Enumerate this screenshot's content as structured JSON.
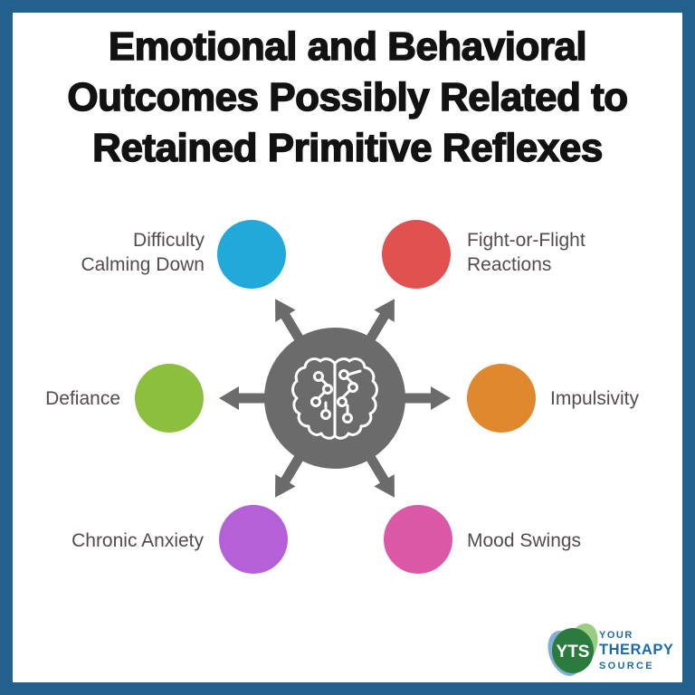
{
  "page": {
    "background": "#ffffff",
    "border_color": "#23618e"
  },
  "title": {
    "lines": [
      "Emotional and Behavioral",
      "Outcomes Possibly Related to",
      "Retained Primitive Reflexes"
    ],
    "color": "#121212"
  },
  "diagram": {
    "center_icon": "brain-circuit-icon",
    "center_color": "#6b6b6b",
    "label_color": "#554a4e",
    "nodes": [
      {
        "label": "Difficulty\nCalming Down",
        "color": "#21a9da",
        "position": "top-left"
      },
      {
        "label": "Fight-or-Flight\nReactions",
        "color": "#e05150",
        "position": "top-right"
      },
      {
        "label": "Defiance",
        "color": "#8cbf3e",
        "position": "middle-left"
      },
      {
        "label": "Impulsivity",
        "color": "#e0882d",
        "position": "middle-right"
      },
      {
        "label": "Chronic Anxiety",
        "color": "#b560d8",
        "position": "bottom-left"
      },
      {
        "label": "Mood Swings",
        "color": "#da58a5",
        "position": "bottom-right"
      }
    ]
  },
  "logo": {
    "monogram": "YTS",
    "line1": "YOUR",
    "line2": "THERAPY",
    "line3": "SOURCE",
    "text_color": "#1e6ba8",
    "dark_green": "#2b7b3e",
    "light_green": "#9bcc84",
    "light_blue": "#85aed6"
  }
}
